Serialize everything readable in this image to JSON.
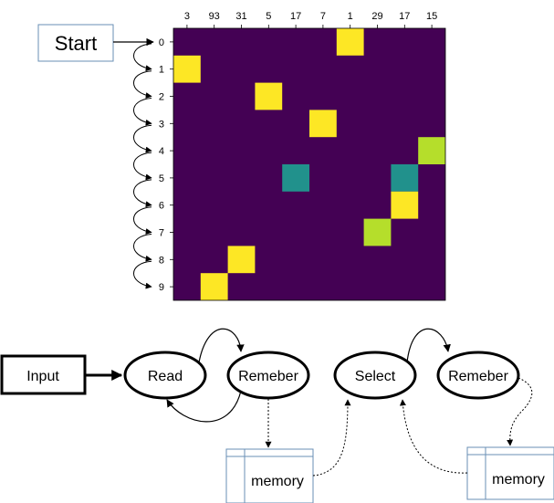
{
  "heatmap": {
    "column_labels": [
      "3",
      "93",
      "31",
      "5",
      "17",
      "7",
      "1",
      "29",
      "17",
      "15"
    ],
    "row_labels": [
      "0",
      "1",
      "2",
      "3",
      "4",
      "5",
      "6",
      "7",
      "8",
      "9"
    ],
    "cells": [
      {
        "row": 0,
        "col": 6,
        "value": 1.0
      },
      {
        "row": 1,
        "col": 0,
        "value": 1.0
      },
      {
        "row": 2,
        "col": 3,
        "value": 1.0
      },
      {
        "row": 3,
        "col": 5,
        "value": 1.0
      },
      {
        "row": 4,
        "col": 9,
        "value": 0.95
      },
      {
        "row": 5,
        "col": 4,
        "value": 0.5
      },
      {
        "row": 5,
        "col": 8,
        "value": 0.45
      },
      {
        "row": 6,
        "col": 8,
        "value": 1.0
      },
      {
        "row": 7,
        "col": 7,
        "value": 0.85
      },
      {
        "row": 8,
        "col": 2,
        "value": 1.0
      },
      {
        "row": 9,
        "col": 1,
        "value": 1.0
      }
    ],
    "colormap": {
      "low": "#440154",
      "mid": "#21918c",
      "high_green": "#b5de2b",
      "high": "#fde725"
    }
  },
  "start_box": {
    "label": "Start"
  },
  "flow": {
    "input_label": "Input",
    "read_label": "Read",
    "remember1_label": "Remeber",
    "select_label": "Select",
    "remember2_label": "Remeber",
    "memory1_label": "memory",
    "memory2_label": "memory"
  }
}
